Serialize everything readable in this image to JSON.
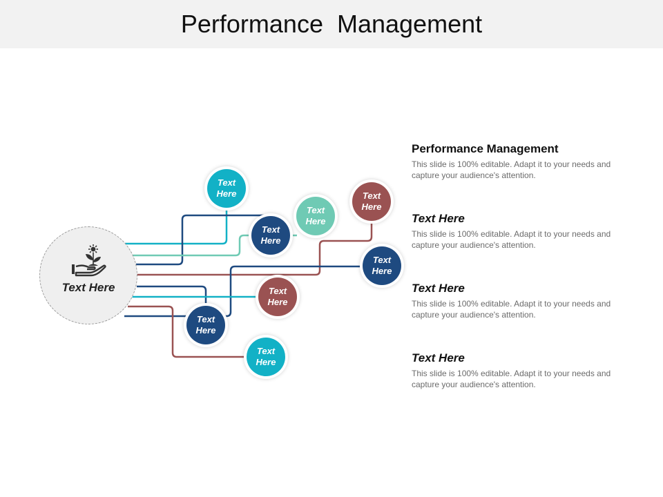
{
  "title": "Performance  Management",
  "center": {
    "label": "Text Here",
    "icon": "hand-plant-icon"
  },
  "colors": {
    "cyan": "#12b1c6",
    "mint": "#6fcab4",
    "navy": "#1e4a80",
    "maroon": "#9a5252"
  },
  "nodes": [
    {
      "label": "Text Here",
      "color": "cyan"
    },
    {
      "label": "Text Here",
      "color": "mint"
    },
    {
      "label": "Text Here",
      "color": "navy"
    },
    {
      "label": "Text Here",
      "color": "maroon"
    },
    {
      "label": "Text Here",
      "color": "navy"
    },
    {
      "label": "Text Here",
      "color": "maroon"
    },
    {
      "label": "Text Here",
      "color": "navy"
    },
    {
      "label": "Text Here",
      "color": "cyan"
    }
  ],
  "info": [
    {
      "heading": "Performance Management",
      "body": "This slide is 100% editable. Adapt it to your needs and capture your audience's attention."
    },
    {
      "heading": "Text Here",
      "body": "This slide is 100% editable. Adapt it to your needs and capture your audience's attention."
    },
    {
      "heading": "Text Here",
      "body": "This slide is 100% editable. Adapt it to your needs and capture your audience's attention."
    },
    {
      "heading": "Text Here",
      "body": "This slide is 100% editable. Adapt it to your needs and capture your audience's attention."
    }
  ]
}
